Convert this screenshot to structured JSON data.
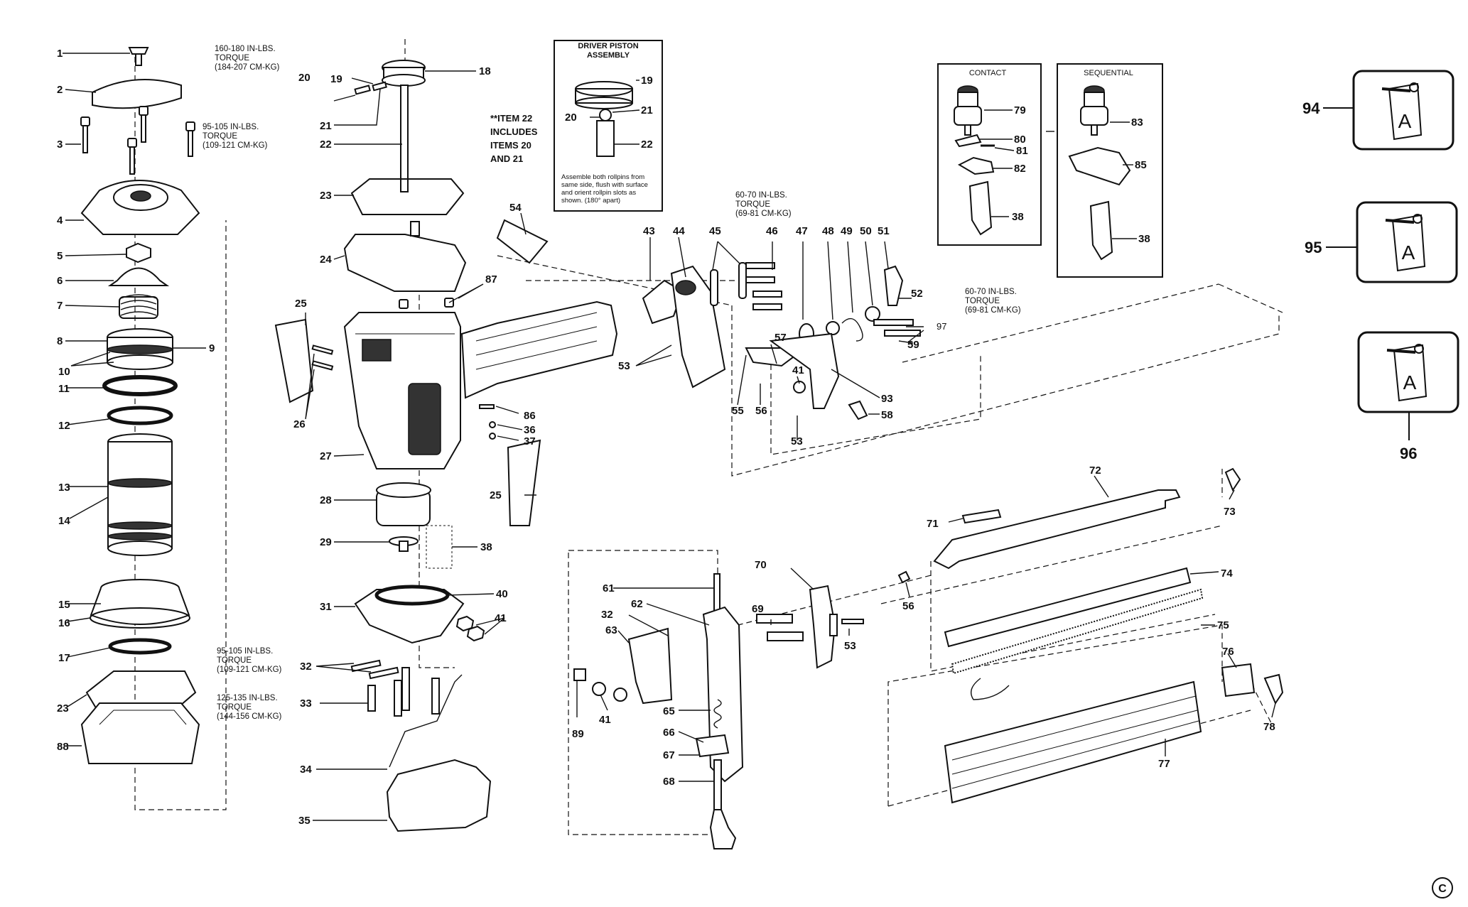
{
  "callouts": [
    "1",
    "2",
    "3",
    "4",
    "5",
    "6",
    "7",
    "8",
    "9",
    "10",
    "11",
    "12",
    "13",
    "14",
    "15",
    "16",
    "17",
    "23",
    "88",
    "18",
    "19",
    "20",
    "21",
    "22",
    "23",
    "24",
    "25",
    "26",
    "27",
    "28",
    "29",
    "31",
    "32",
    "33",
    "34",
    "35",
    "38",
    "40",
    "41",
    "87",
    "25",
    "36",
    "37",
    "86",
    "43",
    "44",
    "45",
    "46",
    "47",
    "48",
    "49",
    "50",
    "51",
    "52",
    "53",
    "54",
    "55",
    "56",
    "57",
    "41",
    "93",
    "58",
    "53",
    "59",
    "97",
    "61",
    "62",
    "32",
    "63",
    "89",
    "41",
    "65",
    "66",
    "67",
    "68",
    "69",
    "70",
    "53",
    "56",
    "71",
    "72",
    "73",
    "74",
    "75",
    "76",
    "77",
    "78",
    "79",
    "80",
    "81",
    "82",
    "38",
    "83",
    "85",
    "38"
  ],
  "notes": {
    "torque_top": [
      "160-180 IN-LBS.",
      "TORQUE",
      "(184-207 CM-KG)"
    ],
    "torque_mid": [
      "95-105 IN-LBS.",
      "TORQUE",
      "(109-121 CM-KG)"
    ],
    "torque_low1": [
      "95-105 IN-LBS.",
      "TORQUE",
      "(109-121 CM-KG)"
    ],
    "torque_low2": [
      "125-135 IN-LBS.",
      "TORQUE",
      "(144-156 CM-KG)"
    ],
    "torque_right1": [
      "60-70 IN-LBS.",
      "TORQUE",
      "(69-81 CM-KG)"
    ],
    "torque_right2": [
      "60-70 IN-LBS.",
      "TORQUE",
      "(69-81 CM-KG)"
    ],
    "item22": [
      "**ITEM 22",
      "INCLUDES",
      "ITEMS 20",
      "AND 21"
    ]
  },
  "driver_box": {
    "title": [
      "DRIVER PISTON",
      "ASSEMBLY"
    ],
    "labels": [
      "19",
      "20",
      "21",
      "22"
    ],
    "caption": [
      "Assemble both rollpins from",
      "same side, flush with surface",
      "and orient rollpin slots as",
      "shown. (180° apart)"
    ]
  },
  "contact_box": {
    "title": "CONTACT",
    "labels": [
      "79",
      "80",
      "81",
      "82",
      "38"
    ]
  },
  "sequential_box": {
    "title": "SEQUENTIAL",
    "labels": [
      "83",
      "85",
      "38"
    ]
  },
  "kits": [
    {
      "label": "94",
      "letter": "A"
    },
    {
      "label": "95",
      "letter": "A"
    },
    {
      "label": "96",
      "letter": "A"
    }
  ],
  "copyright": "C"
}
